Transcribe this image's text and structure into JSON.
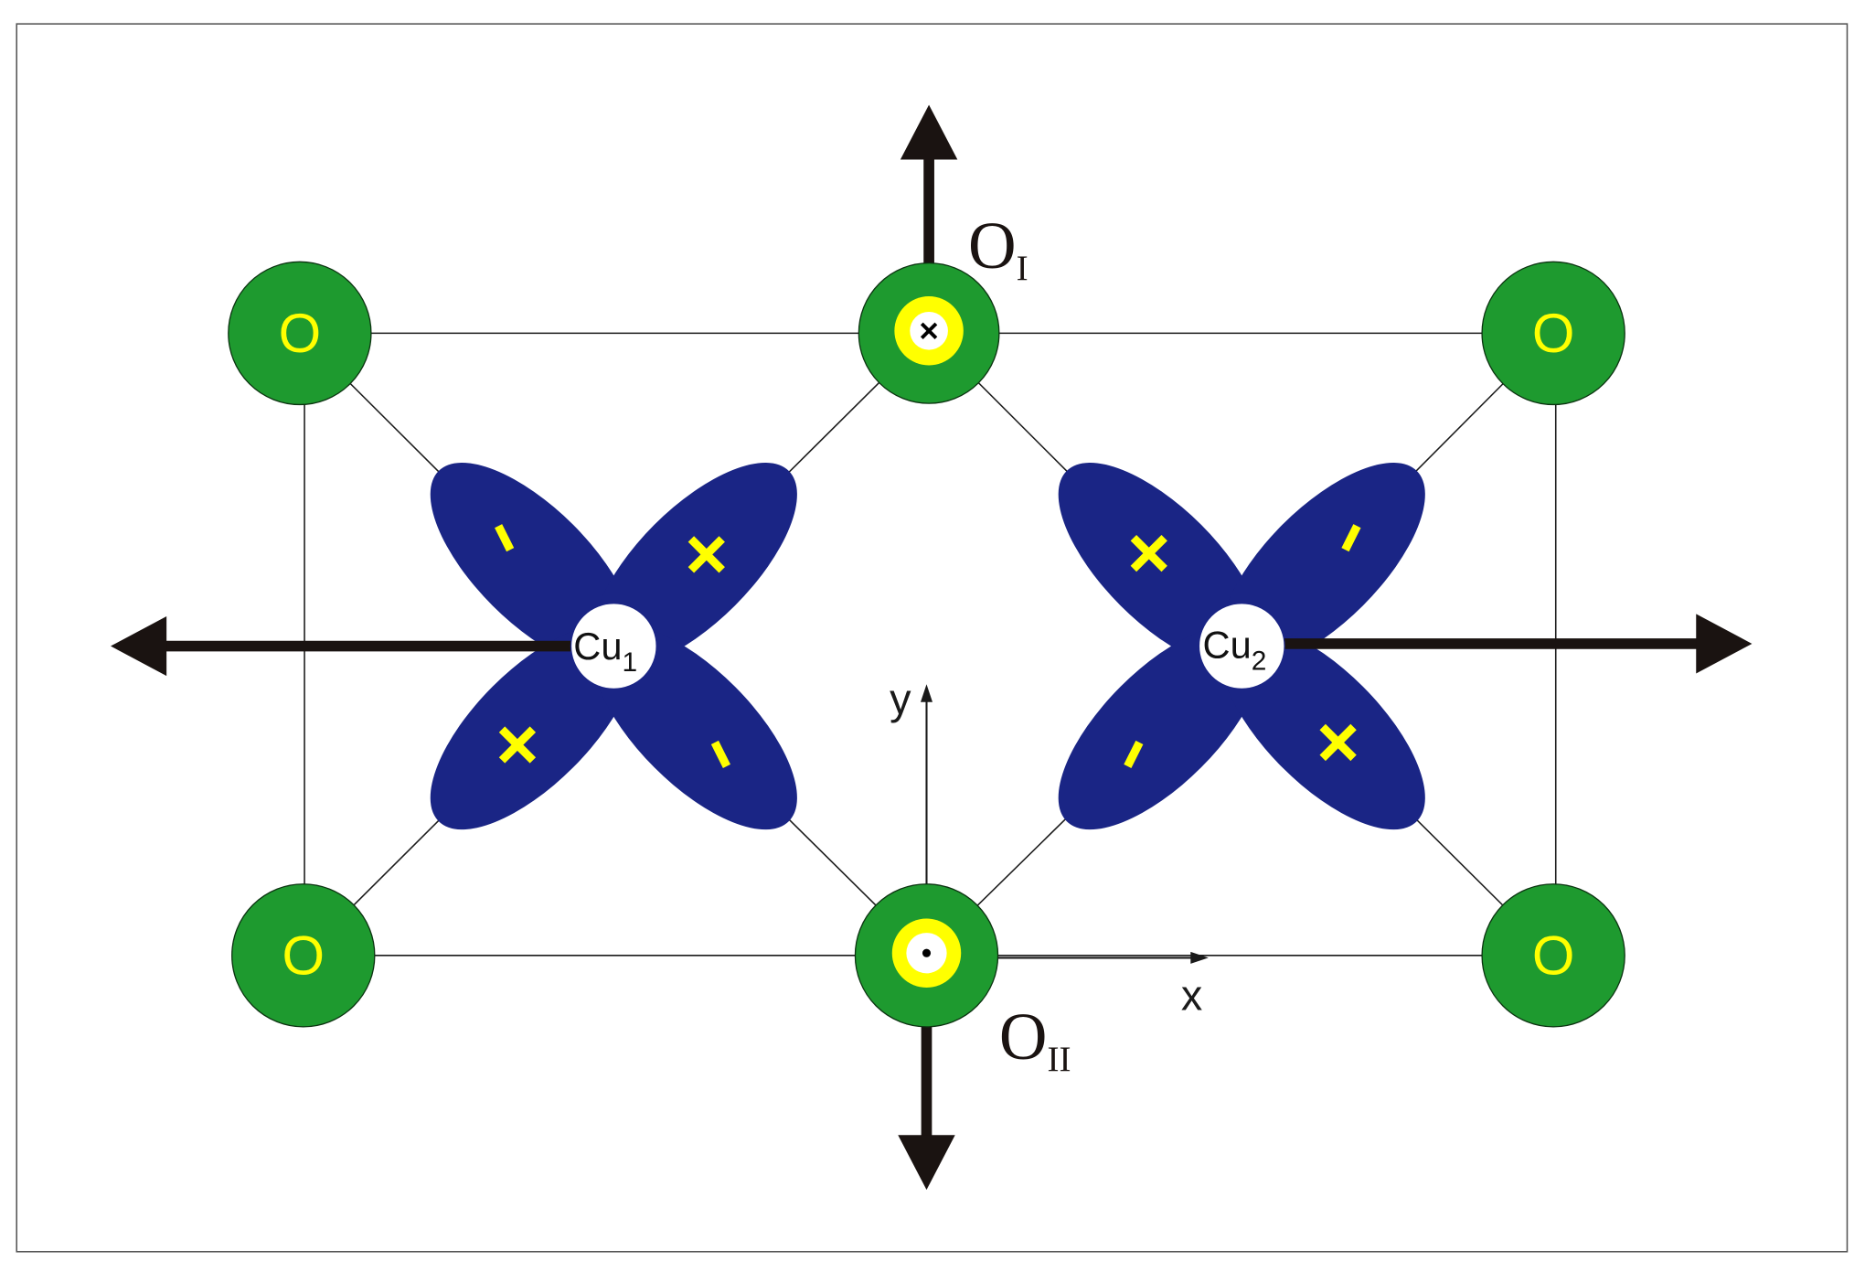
{
  "colors": {
    "oxygen_fill": "#1e9a2f",
    "oxygen_label": "#ffff00",
    "orbital_fill": "#1a2585",
    "sign_mark": "#ffff00",
    "copper_fill": "#ffffff",
    "arrow": "#1a1311",
    "bond_line": "#1a1a1a",
    "frame": "#555555"
  },
  "labels": {
    "oxygen_symbol": "O",
    "cu1_base": "Cu",
    "cu1_sub": "1",
    "cu2_base": "Cu",
    "cu2_sub": "2",
    "oI_base": "O",
    "oI_sub": "I",
    "oII_base": "O",
    "oII_sub": "II",
    "axis_x": "x",
    "axis_y": "y"
  },
  "orbital_signs": {
    "cu1": {
      "upper_left": "-",
      "upper_right": "×",
      "lower_left": "×",
      "lower_right": "-"
    },
    "cu2": {
      "upper_left": "×",
      "upper_right": "-",
      "lower_left": "-",
      "lower_right": "×"
    }
  },
  "special_markers": {
    "oI": "into-page (cross) marker",
    "oII": "out-of-page (dot) marker"
  }
}
